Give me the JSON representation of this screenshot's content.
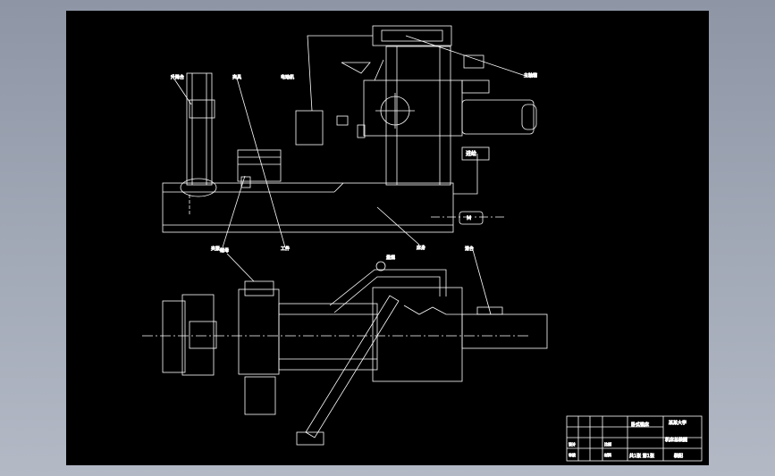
{
  "window": {
    "background": "#9aa1af"
  },
  "drawing": {
    "paper_color": "#000000",
    "line_color": "#ffffff",
    "callouts": {
      "elevator": "升降台",
      "fixture": "夹具",
      "clamp": "夹紧",
      "motor_box": "电动机",
      "bed": "床身",
      "workpiece": "工件",
      "spindle_box": "主轴箱",
      "nut": "螺母",
      "gauge": "量规",
      "slide": "滑台",
      "feed": "进给",
      "motor_label": "M"
    },
    "title_block": {
      "drawing_title": "卧式铣床",
      "school_name": "某某大学",
      "drawing_subtitle": "机床总装图",
      "drawing_number": "装配",
      "sheet_info": "共1张 第1张",
      "scale_label": "比例",
      "material_label": "材料",
      "designer_label": "设计",
      "checker_label": "审核"
    }
  }
}
